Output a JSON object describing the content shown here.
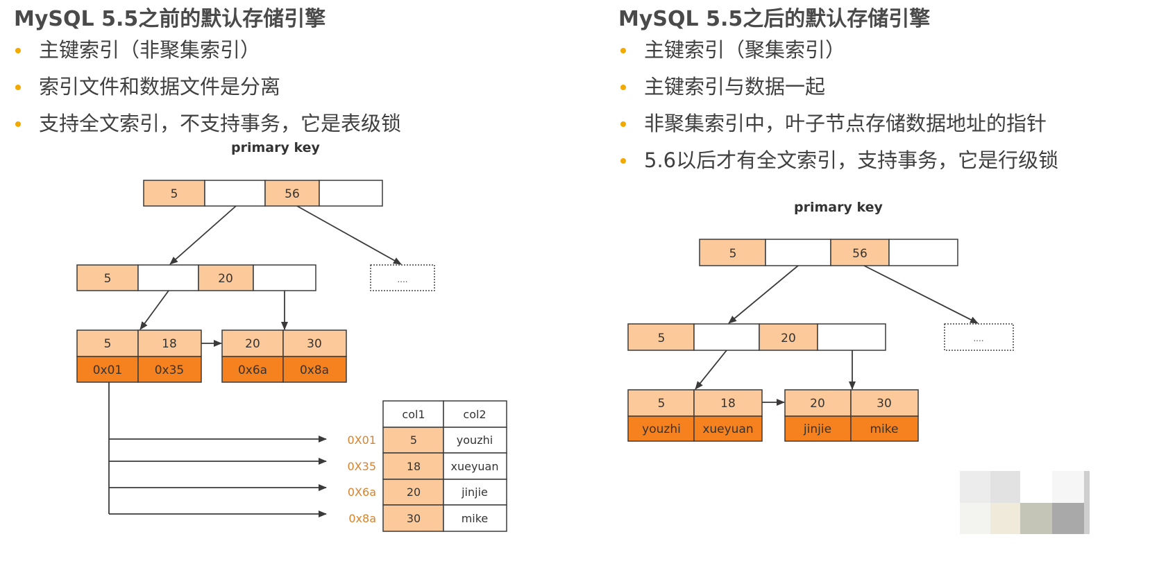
{
  "left": {
    "title": "MySQL 5.5之前的默认存储引擎",
    "bullets": [
      "主键索引（非聚集索引）",
      "索引文件和数据文件是分离",
      "支持全文索引，不支持事务，它是表级锁"
    ],
    "diagram_label": "primary key",
    "root_keys": [
      "5",
      "56"
    ],
    "inner_keys": [
      "5",
      "20"
    ],
    "more": "....",
    "leaf1_keys": [
      "5",
      "18"
    ],
    "leaf1_ptrs": [
      "0x01",
      "0x35"
    ],
    "leaf2_keys": [
      "20",
      "30"
    ],
    "leaf2_ptrs": [
      "0x6a",
      "0x8a"
    ],
    "table": {
      "headers": [
        "col1",
        "col2"
      ],
      "rows": [
        {
          "addr": "0X01",
          "col1": "5",
          "col2": "youzhi"
        },
        {
          "addr": "0X35",
          "col1": "18",
          "col2": "xueyuan"
        },
        {
          "addr": "0X6a",
          "col1": "20",
          "col2": "jinjie"
        },
        {
          "addr": "0x8a",
          "col1": "30",
          "col2": "mike"
        }
      ]
    }
  },
  "right": {
    "title": "MySQL 5.5之后的默认存储引擎",
    "bullets": [
      "主键索引（聚集索引）",
      "主键索引与数据一起",
      "非聚集索引中，叶子节点存储数据地址的指针",
      "5.6以后才有全文索引，支持事务，它是行级锁"
    ],
    "diagram_label": "primary key",
    "root_keys": [
      "5",
      "56"
    ],
    "inner_keys": [
      "5",
      "20"
    ],
    "more": "....",
    "leaf1_keys": [
      "5",
      "18"
    ],
    "leaf1_data": [
      "youzhi",
      "xueyuan"
    ],
    "leaf2_keys": [
      "20",
      "30"
    ],
    "leaf2_data": [
      "jinjie",
      "mike"
    ]
  },
  "colors": {
    "bullet": "#f2a900",
    "key_cell": "#fcc99b",
    "pointer_cell": "#f5821f",
    "address_text": "#d9822b",
    "border": "#3a3a3a"
  }
}
